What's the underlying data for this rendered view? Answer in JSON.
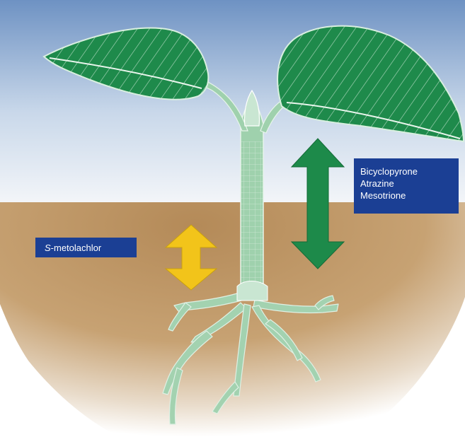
{
  "labels": {
    "s_metolachlor_prefix": "S",
    "s_metolachlor_rest": "-metolachlor",
    "group": [
      "Bicyclopyrone",
      "Atrazine",
      "Mesotrione"
    ]
  },
  "colors": {
    "sky_top": "#6f93c4",
    "sky_bottom": "#eef2f7",
    "soil": "#b98d5a",
    "leaf": "#1f8a4c",
    "stem": "#a9d7b3",
    "green_arrow": "#1d8a4a",
    "yellow_arrow": "#f2c41a",
    "label_bg": "#1b3f94"
  },
  "icons": {
    "green_arrow": "double-vertical-arrow-icon",
    "yellow_arrow": "double-vertical-arrow-icon"
  }
}
